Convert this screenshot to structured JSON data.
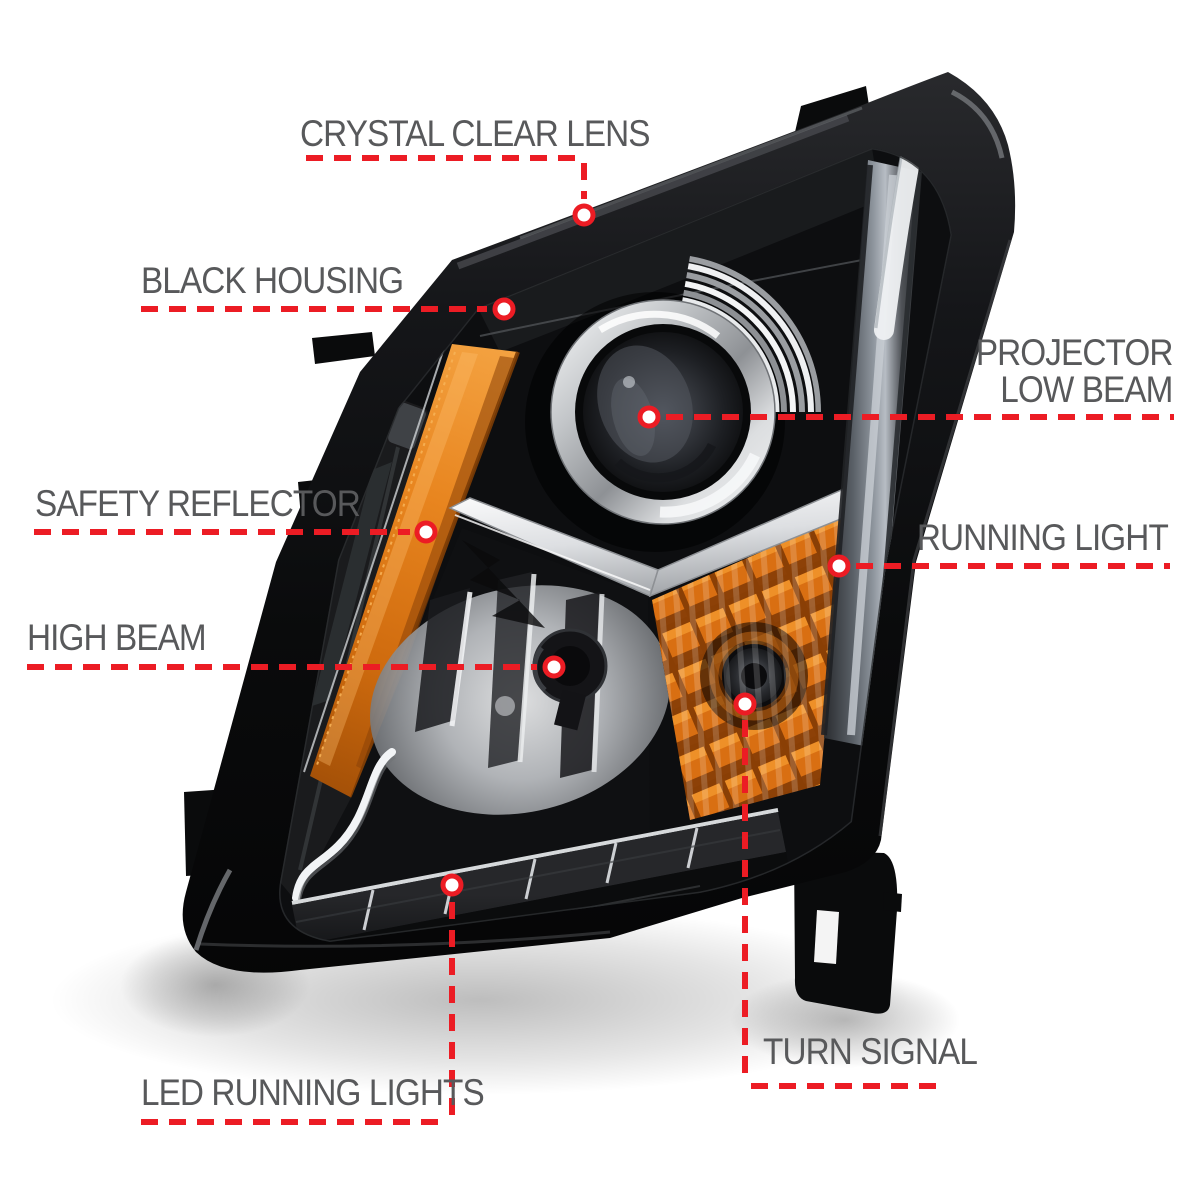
{
  "figure": {
    "type": "annotated-product-diagram",
    "subject": "projector-headlight-assembly"
  },
  "callouts": [
    {
      "id": "crystal-clear-lens",
      "label": "CRYSTAL CLEAR LENS"
    },
    {
      "id": "black-housing",
      "label": "BLACK HOUSING"
    },
    {
      "id": "projector-low-beam",
      "lines": [
        "PROJECTOR",
        "LOW BEAM"
      ]
    },
    {
      "id": "safety-reflector",
      "label": "SAFETY REFLECTOR"
    },
    {
      "id": "running-light",
      "label": "RUNNING LIGHT"
    },
    {
      "id": "high-beam",
      "label": "HIGH BEAM"
    },
    {
      "id": "turn-signal",
      "label": "TURN SIGNAL"
    },
    {
      "id": "led-running-lights",
      "label": "LED RUNNING LIGHTS"
    }
  ],
  "colors": {
    "background": "#ffffff",
    "callout_line": "#ec1c24",
    "callout_dot_fill": "#ffffff",
    "label_text": "#58595b",
    "housing_black": "#0b0c0e",
    "chrome": "#d7d9db",
    "amber_reflector": "#e8851f",
    "projector_lens_gray": "#34373d",
    "running_light_gray": "#8d949c"
  }
}
